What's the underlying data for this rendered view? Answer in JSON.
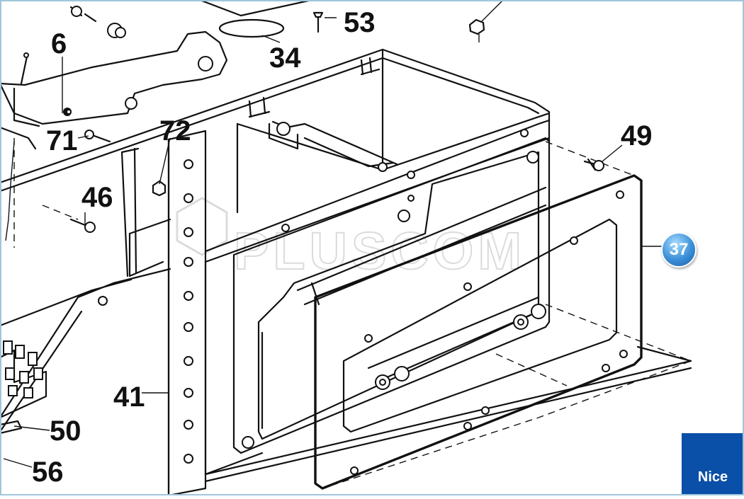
{
  "diagram": {
    "part_labels": [
      "6",
      "53",
      "34",
      "72",
      "71",
      "49",
      "46",
      "41",
      "50",
      "56"
    ],
    "highlighted_part": "37",
    "highlight_color": "#3a8fd8"
  },
  "brand": {
    "logo_text": "Nice",
    "logo_color": "#0a4fa8",
    "watermark_text": "PLUSCOM"
  }
}
